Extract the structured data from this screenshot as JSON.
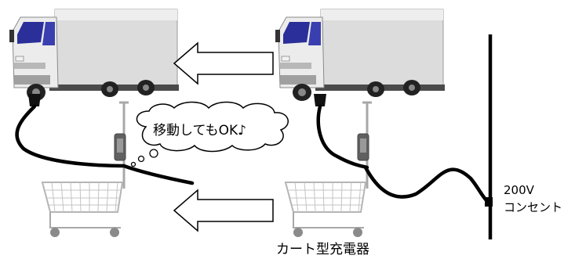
{
  "bubble_text": "移動してもOK♪",
  "outlet_label_line1": "200V",
  "outlet_label_line2": "コンセント",
  "charger_label": "カート型充電器",
  "colors": {
    "truck_box": "#dcdcdc",
    "truck_cab": "#e8e8e8",
    "window": "#2a2f9a",
    "cable": "#000000",
    "cart": "#b5b5b5"
  },
  "icons": [
    "truck-icon",
    "cart-charger-icon",
    "left-arrow-icon",
    "thought-bubble-icon",
    "outlet-pole-icon"
  ]
}
